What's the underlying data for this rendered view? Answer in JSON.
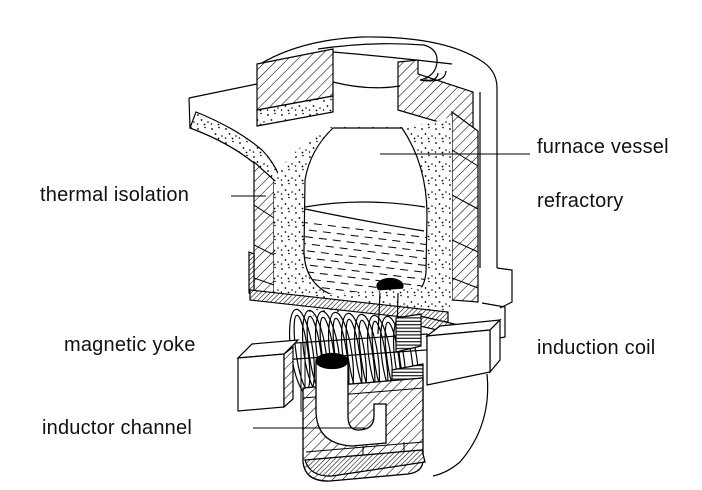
{
  "labels": {
    "thermal_isolation": "thermal isolation",
    "magnetic_yoke": "magnetic yoke",
    "inductor_channel": "inductor channel",
    "furnace_vessel": "furnace vessel",
    "refractory": "refractory",
    "induction_coil": "induction coil"
  },
  "style": {
    "line_color": "#000000",
    "text_color": "#111111",
    "background_color": "#ffffff"
  }
}
